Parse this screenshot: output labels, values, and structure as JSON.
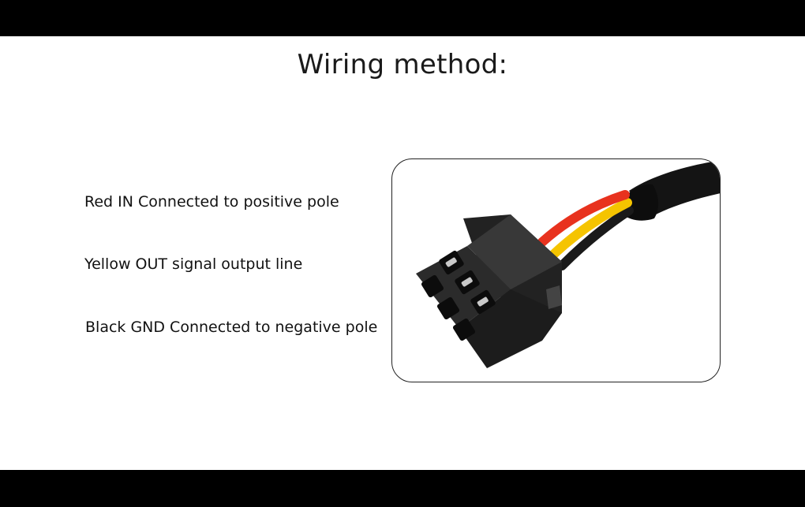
{
  "title": "Wiring method:",
  "wiring": [
    {
      "text": "Red IN Connected to positive pole"
    },
    {
      "text": "Yellow OUT signal output line"
    },
    {
      "text": "Black GND Connected to negative pole"
    }
  ],
  "colors": {
    "red_wire": "#e8321e",
    "yellow_wire": "#f5c400",
    "black_wire": "#1a1a1a",
    "cable_jacket": "#141414",
    "connector_housing": "#2b2b2b",
    "pin_metal": "#c9c9c9"
  },
  "photo": {
    "icon": "3-pin-connector-icon"
  }
}
